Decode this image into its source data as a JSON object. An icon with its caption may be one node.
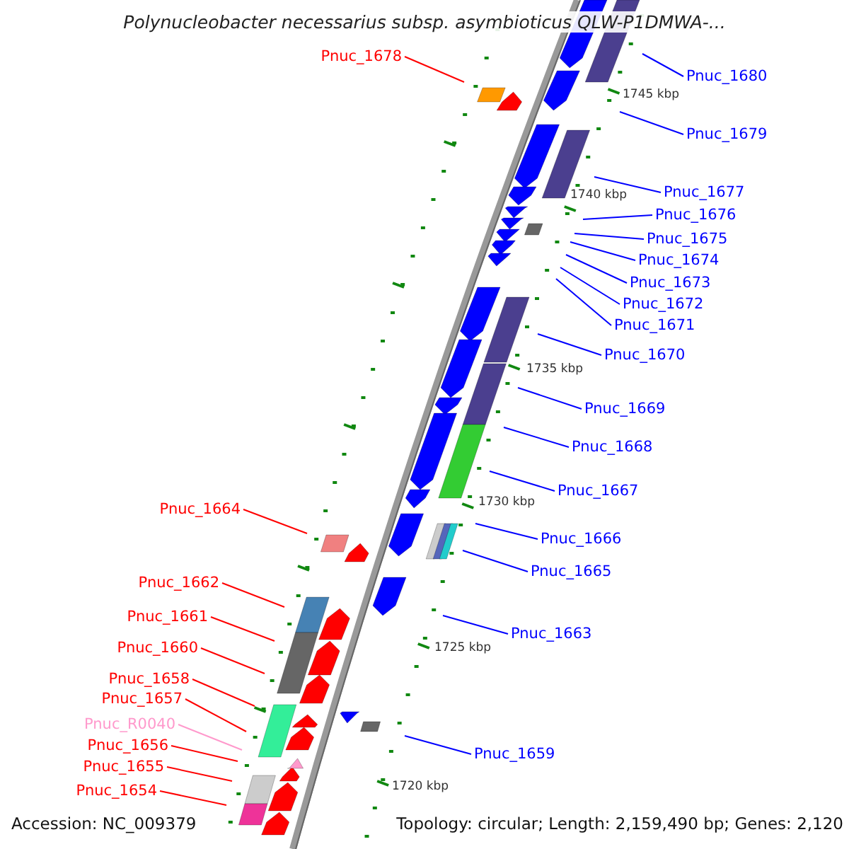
{
  "diagram": {
    "title": "Polynucleobacter necessarius subsp. asymbioticus QLW-P1DMWA-...",
    "nodes": [
      {
        "text": [
          "Pnuc_1678"
        ]
      },
      {
        "text": [
          "Pnuc_1680"
        ]
      },
      {
        "text": [
          "Pnuc_1679"
        ]
      },
      {
        "text": [
          "Pnuc_1677"
        ]
      },
      {
        "text": [
          "Pnuc_1676"
        ]
      },
      {
        "text": [
          "Pnuc_1675"
        ]
      },
      {
        "text": [
          "Pnuc_1674"
        ]
      },
      {
        "text": [
          "Pnuc_1673"
        ]
      },
      {
        "text": [
          "Pnuc_1672"
        ]
      },
      {
        "text": [
          "Pnuc_1671"
        ]
      },
      {
        "text": [
          "Pnuc_1670"
        ]
      },
      {
        "text": [
          "Pnuc_1669"
        ]
      },
      {
        "text": [
          "Pnuc_1668"
        ]
      },
      {
        "text": [
          "Pnuc_1667"
        ]
      },
      {
        "text": [
          "Pnuc_1664"
        ]
      },
      {
        "text": [
          "Pnuc_1666"
        ]
      },
      {
        "text": [
          "Pnuc_1665"
        ]
      },
      {
        "text": [
          "Pnuc_1662"
        ]
      },
      {
        "text": [
          "Pnuc_1661"
        ]
      },
      {
        "text": [
          "Pnuc_1663"
        ]
      },
      {
        "text": [
          "Pnuc_1660"
        ]
      },
      {
        "text": [
          "Pnuc_1658"
        ]
      },
      {
        "text": [
          "Pnuc_1657"
        ]
      },
      {
        "text": [
          "Pnuc_R0040"
        ]
      },
      {
        "text": [
          "Pnuc_1656"
        ]
      },
      {
        "text": [
          "Pnuc_1659"
        ]
      },
      {
        "text": [
          "Pnuc_1655"
        ]
      },
      {
        "text": [
          "Pnuc_1654"
        ]
      }
    ],
    "edges": [
      {
        "from": 0,
        "to": null,
        "arrow": "none",
        "color": "#ff0000"
      },
      {
        "from": 1,
        "to": null,
        "arrow": "none"
      },
      {
        "from": 2,
        "to": null,
        "arrow": "none"
      },
      {
        "from": 3,
        "to": null,
        "arrow": "none"
      },
      {
        "from": 4,
        "to": null,
        "arrow": "none"
      },
      {
        "from": 5,
        "to": null,
        "arrow": "none"
      },
      {
        "from": 6,
        "to": null,
        "arrow": "none"
      },
      {
        "from": 7,
        "to": null,
        "arrow": "none"
      },
      {
        "from": 8,
        "to": null,
        "arrow": "none"
      },
      {
        "from": 9,
        "to": null,
        "arrow": "none"
      },
      {
        "from": 10,
        "to": null,
        "arrow": "none"
      },
      {
        "from": 11,
        "to": null,
        "arrow": "none"
      },
      {
        "from": 12,
        "to": null,
        "arrow": "none"
      },
      {
        "from": 13,
        "to": null,
        "arrow": "none"
      },
      {
        "from": 14,
        "to": null,
        "arrow": "none",
        "color": "#ff0000"
      },
      {
        "from": 15,
        "to": null,
        "arrow": "none"
      },
      {
        "from": 16,
        "to": null,
        "arrow": "none"
      },
      {
        "from": 17,
        "to": null,
        "arrow": "none",
        "color": "#ff0000"
      },
      {
        "from": 18,
        "to": null,
        "arrow": "none",
        "color": "#ff0000"
      },
      {
        "from": 19,
        "to": null,
        "arrow": "none"
      },
      {
        "from": 20,
        "to": null,
        "arrow": "none",
        "color": "#ff0000"
      },
      {
        "from": 21,
        "to": null,
        "arrow": "none",
        "color": "#ff0000"
      },
      {
        "from": 22,
        "to": null,
        "arrow": "none",
        "color": "#ff0000"
      },
      {
        "from": 23,
        "to": null,
        "arrow": "none",
        "color": "#ff99cc"
      },
      {
        "from": 24,
        "to": null,
        "arrow": "none",
        "color": "#ff0000"
      },
      {
        "from": 25,
        "to": null,
        "arrow": "none"
      },
      {
        "from": 26,
        "to": null,
        "arrow": "none",
        "color": "#ff0000"
      },
      {
        "from": 27,
        "to": null,
        "arrow": "none",
        "color": "#ff0000"
      }
    ],
    "labels": [
      "1745 kbp",
      "1740 kbp",
      "1735 kbp",
      "1730 kbp",
      "1725 kbp",
      "1720 kbp",
      "Accession: NC_009379",
      "Topology: circular; Length: 2,159,490 bp; Genes: 2,120"
    ]
  }
}
